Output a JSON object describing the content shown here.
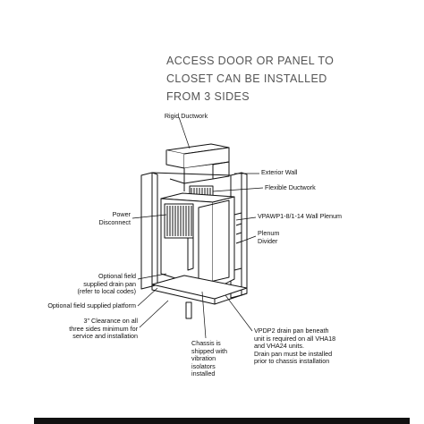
{
  "heading": [
    "ACCESS DOOR OR PANEL TO",
    "CLOSET CAN BE INSTALLED",
    "FROM 3 SIDES"
  ],
  "labels": {
    "rigid_ductwork": [
      "Rigid Ductwork"
    ],
    "exterior_wall": [
      "Exterior Wall"
    ],
    "flexible_ductwork": [
      "Flexible Ductwork"
    ],
    "power_disconnect": [
      "Power",
      "Disconnect"
    ],
    "wall_plenum": [
      "VPAWP1-8/1-14 Wall Plenum"
    ],
    "plenum_divider": [
      "Plenum",
      "Divider"
    ],
    "optional_drain_pan": [
      "Optional field",
      "supplied drain pan",
      "(refer to local codes)"
    ],
    "optional_platform": [
      "Optional field supplied platform"
    ],
    "clearance": [
      "3\" Clearance on all",
      "three sides minimum for",
      "service and installation"
    ],
    "chassis": [
      "Chassis is",
      "shipped with",
      "vibration",
      "isolators",
      "installed"
    ],
    "drain_pan_note": [
      "VPDP2 drain pan beneath",
      "unit is required on all VHA18",
      "and VHA24 units.",
      "Drain pan must be installed",
      "prior to chassis installation"
    ]
  }
}
